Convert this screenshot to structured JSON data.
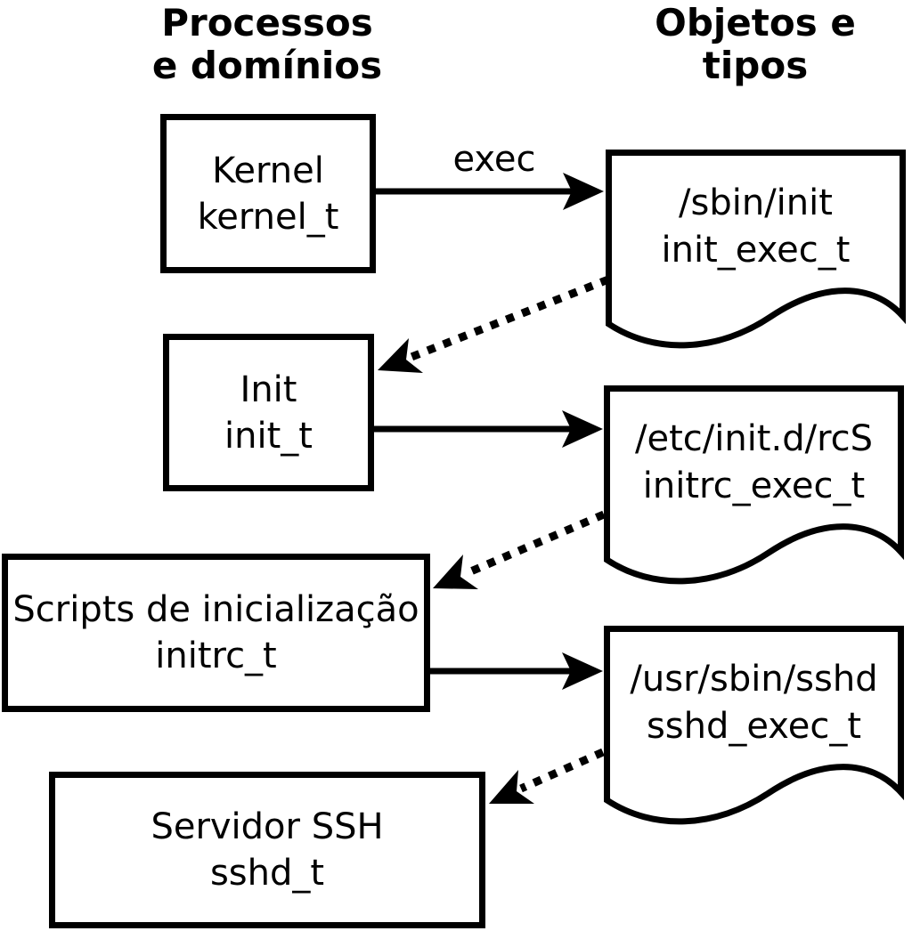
{
  "headers": {
    "left": {
      "line1": "Processos",
      "line2": "e domínios"
    },
    "right": {
      "line1": "Objetos e",
      "line2": "tipos"
    }
  },
  "processes": [
    {
      "name": "Kernel",
      "type": "kernel_t"
    },
    {
      "name": "Init",
      "type": "init_t"
    },
    {
      "name": "Scripts de inicialização",
      "type": "initrc_t"
    },
    {
      "name": "Servidor SSH",
      "type": "sshd_t"
    }
  ],
  "objects": [
    {
      "path": "/sbin/init",
      "type": "init_exec_t"
    },
    {
      "path": "/etc/init.d/rcS",
      "type": "initrc_exec_t"
    },
    {
      "path": "/usr/sbin/sshd",
      "type": "sshd_exec_t"
    }
  ],
  "edges": [
    {
      "from": "kernel_t",
      "to": "init_exec_t",
      "style": "solid",
      "label": "exec"
    },
    {
      "from": "init_exec_t",
      "to": "init_t",
      "style": "dotted",
      "label": ""
    },
    {
      "from": "init_t",
      "to": "initrc_exec_t",
      "style": "solid",
      "label": ""
    },
    {
      "from": "initrc_exec_t",
      "to": "initrc_t",
      "style": "dotted",
      "label": ""
    },
    {
      "from": "initrc_t",
      "to": "sshd_exec_t",
      "style": "solid",
      "label": ""
    },
    {
      "from": "sshd_exec_t",
      "to": "sshd_t",
      "style": "dotted",
      "label": ""
    }
  ],
  "colors": {
    "stroke": "#000000",
    "background": "#ffffff"
  }
}
